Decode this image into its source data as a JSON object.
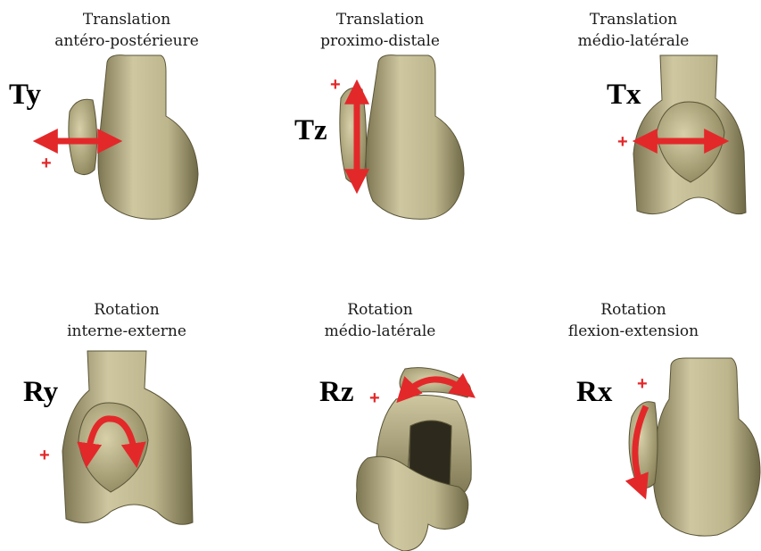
{
  "colors": {
    "bone": "#c9c19a",
    "bone_dark": "#8f8761",
    "bone_edge": "#5a5538",
    "arrow": "#e3282a",
    "text": "#1a1a1a"
  },
  "panels": [
    {
      "id": "ty",
      "symbol": "Ty",
      "caption_line1": "Translation",
      "caption_line2": "antéro-postérieure",
      "plus": "+"
    },
    {
      "id": "tz",
      "symbol": "Tz",
      "caption_line1": "Translation",
      "caption_line2": "proximo-distale",
      "plus": "+"
    },
    {
      "id": "tx",
      "symbol": "Tx",
      "caption_line1": "Translation",
      "caption_line2": "médio-latérale",
      "plus": "+"
    },
    {
      "id": "ry",
      "symbol": "Ry",
      "caption_line1": "Rotation",
      "caption_line2": "interne-externe",
      "plus": "+"
    },
    {
      "id": "rz",
      "symbol": "Rz",
      "caption_line1": "Rotation",
      "caption_line2": "médio-latérale",
      "plus": "+"
    },
    {
      "id": "rx",
      "symbol": "Rx",
      "caption_line1": "Rotation",
      "caption_line2": "flexion-extension",
      "plus": "+"
    }
  ]
}
